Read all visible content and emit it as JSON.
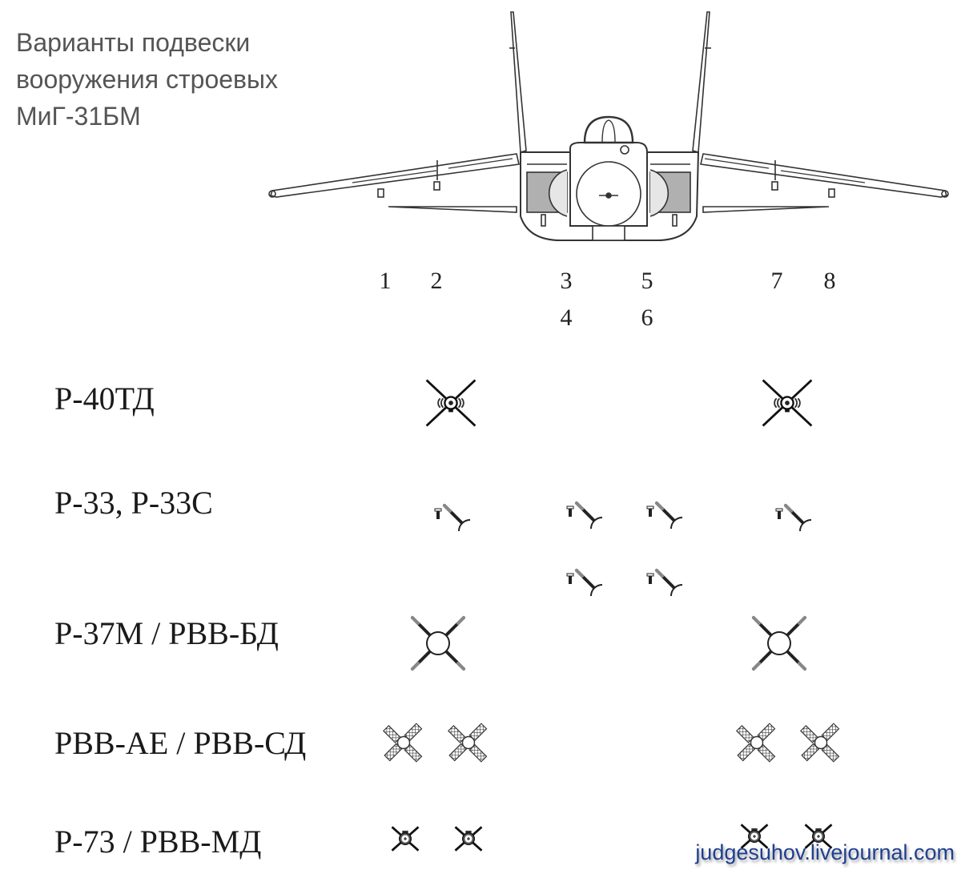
{
  "title": {
    "lines": [
      "Варианты подвески",
      "вооружения строевых",
      "МиГ-31БМ"
    ]
  },
  "stations": {
    "row1": [
      "1",
      "2",
      "3",
      "5",
      "7",
      "8"
    ],
    "row2": [
      "4",
      "6"
    ]
  },
  "loadouts": [
    {
      "label": "Р-40ТД",
      "stations": [
        "2",
        "7"
      ],
      "icon": "r40td-missile-icon"
    },
    {
      "label": "Р-33, Р-33С",
      "stations": [
        "2",
        "3",
        "4",
        "5",
        "6",
        "7"
      ],
      "icon": "r33-missile-icon"
    },
    {
      "label": "Р-37М / РВВ-БД",
      "stations": [
        "2",
        "7"
      ],
      "icon": "r37m-missile-icon"
    },
    {
      "label": "РВВ-АЕ / РВВ-СД",
      "stations": [
        "1",
        "2",
        "7",
        "8"
      ],
      "icon": "rvv-ae-missile-icon"
    },
    {
      "label": "Р-73 / РВВ-МД",
      "stations": [
        "1",
        "2",
        "7",
        "8"
      ],
      "icon": "r73-missile-icon"
    }
  ],
  "watermark": "judgesuhov.livejournal.com",
  "colors": {
    "title": "#555555",
    "label": "#1a1a1a",
    "intake_fill": "#b0b0b0",
    "watermark": "#1f3f8f"
  }
}
